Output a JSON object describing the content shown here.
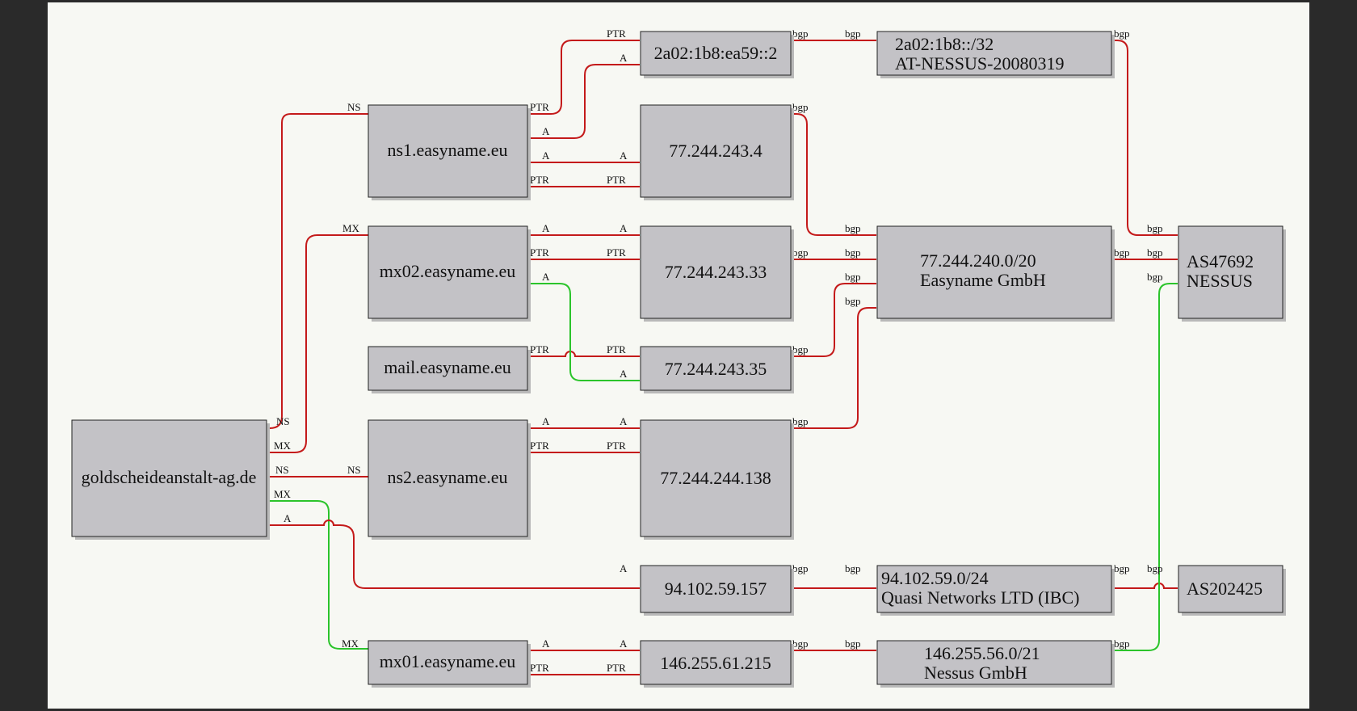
{
  "colors": {
    "edge_red": "#c41a1a",
    "edge_green": "#2bc42b",
    "node_fill": "#c3c2c6",
    "background": "#f7f8f3"
  },
  "nodes": {
    "goldscheide": [
      "goldscheideanstalt-ag.de"
    ],
    "ns1": [
      "ns1.easyname.eu"
    ],
    "mx02": [
      "mx02.easyname.eu"
    ],
    "mail": [
      "mail.easyname.eu"
    ],
    "ns2": [
      "ns2.easyname.eu"
    ],
    "mx01": [
      "mx01.easyname.eu"
    ],
    "ip6": [
      "2a02:1b8:ea59::2"
    ],
    "ip_4": [
      "77.244.243.4"
    ],
    "ip_33": [
      "77.244.243.33"
    ],
    "ip_35": [
      "77.244.243.35"
    ],
    "ip_138": [
      "77.244.244.138"
    ],
    "ip_157": [
      "94.102.59.157"
    ],
    "ip_215": [
      "146.255.61.215"
    ],
    "net6": [
      "2a02:1b8::/32",
      "AT-NESSUS-20080319"
    ],
    "net_easyname": [
      "77.244.240.0/20",
      "Easyname GmbH"
    ],
    "net_quasi": [
      "94.102.59.0/24",
      "Quasi Networks LTD (IBC)"
    ],
    "net_nessus": [
      "146.255.56.0/21",
      "Nessus GmbH"
    ],
    "as47692": [
      "AS47692",
      "NESSUS"
    ],
    "as202425": [
      "AS202425"
    ]
  },
  "edge_labels": {
    "ns": "NS",
    "mx": "MX",
    "a": "A",
    "ptr": "PTR",
    "bgp": "bgp"
  }
}
